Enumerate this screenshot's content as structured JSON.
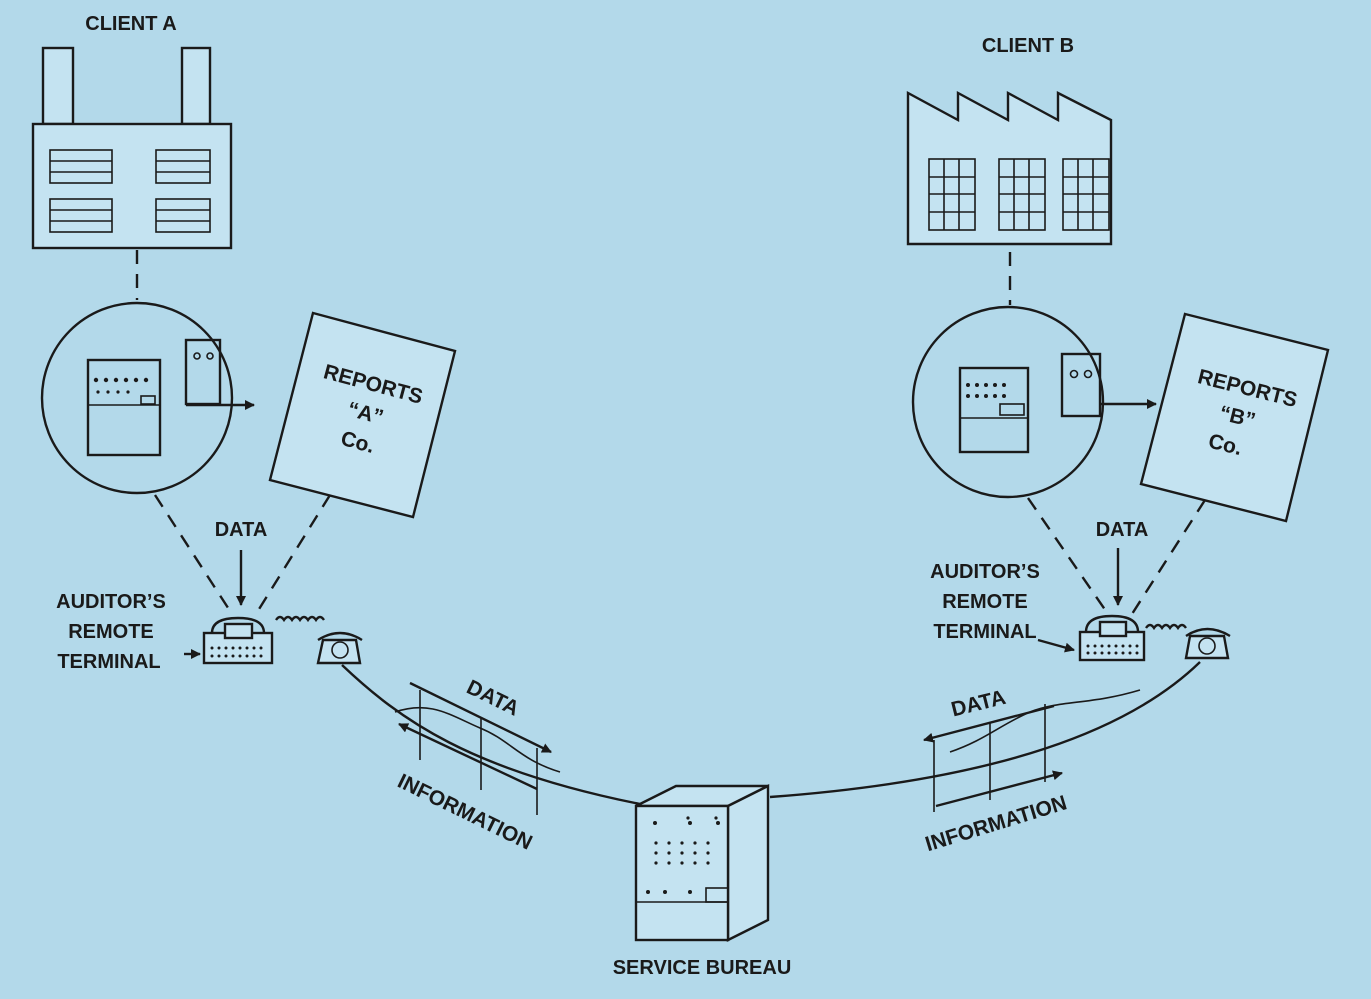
{
  "labels": {
    "client_a": "CLIENT A",
    "client_b": "CLIENT B",
    "reports_a_line1": "REPORTS",
    "reports_a_line2": "“A”",
    "reports_a_line3": "Co.",
    "reports_b_line1": "REPORTS",
    "reports_b_line2": "“B”",
    "reports_b_line3": "Co.",
    "data_a_top": "DATA",
    "data_b_top": "DATA",
    "terminal_a_line1": "AUDITOR’S",
    "terminal_a_line2": "REMOTE",
    "terminal_a_line3": "TERMINAL",
    "terminal_b_line1": "AUDITOR’S",
    "terminal_b_line2": "REMOTE",
    "terminal_b_line3": "TERMINAL",
    "data_a_link": "DATA",
    "info_a_link": "INFORMATION",
    "data_b_link": "DATA",
    "info_b_link": "INFORMATION",
    "service_bureau": "SERVICE BUREAU"
  },
  "colors": {
    "background": "#b3d9ea",
    "ink": "#1a1a1a"
  }
}
